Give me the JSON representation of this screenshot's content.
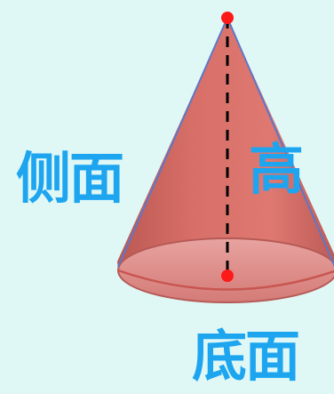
{
  "labels": {
    "side": "侧面",
    "height": "高",
    "base": "底面"
  },
  "colors": {
    "background": "#dff8f6",
    "cone_fill": "#d9645c",
    "cone_dark": "#b94a45",
    "base_fill": "#d88b88",
    "outline": "#5f77c6",
    "axis": "#000000",
    "point": "#ff1a1a",
    "label": "#1ea5f0"
  }
}
